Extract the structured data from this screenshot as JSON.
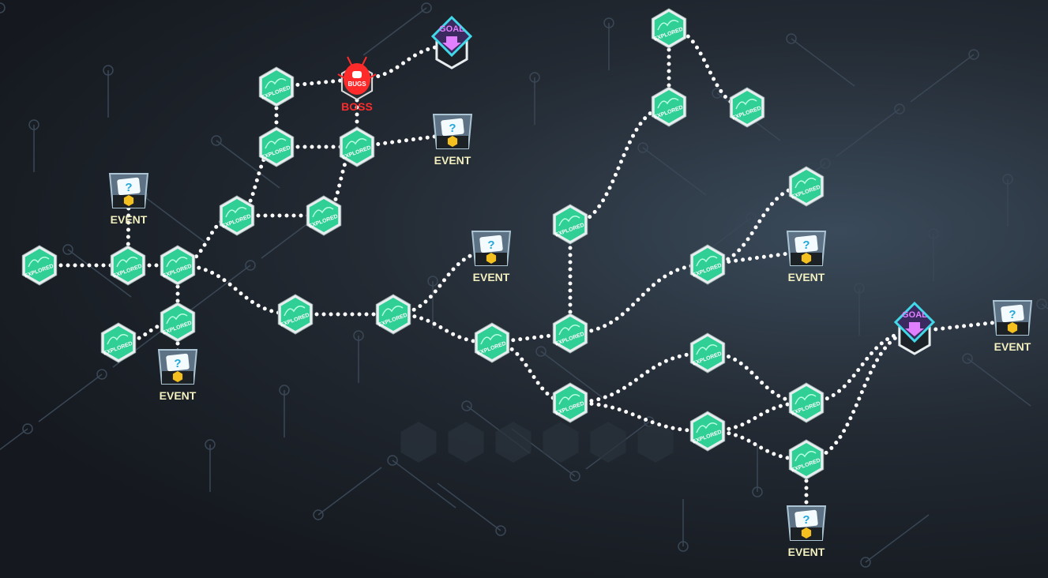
{
  "labels": {
    "explored": "EXPLORED",
    "event": "EVENT",
    "boss": "BOSS",
    "boss_icon": "BUGS",
    "goal": "GOAL",
    "event_icon": "?"
  },
  "colors": {
    "explored": "#2fcf95",
    "boss": "#ff2b2b",
    "goal": "#e080ff",
    "goal_frame": "#41d8e8",
    "event_label": "#f3f0c0",
    "event_gem": "#f4c020"
  },
  "nodes": [
    {
      "id": "n1",
      "type": "explored"
    },
    {
      "id": "n2",
      "type": "explored"
    },
    {
      "id": "n3",
      "type": "explored"
    },
    {
      "id": "n4",
      "type": "explored"
    },
    {
      "id": "n5",
      "type": "explored"
    },
    {
      "id": "n6",
      "type": "explored"
    },
    {
      "id": "n7",
      "type": "explored"
    },
    {
      "id": "n8",
      "type": "explored"
    },
    {
      "id": "n9",
      "type": "explored"
    },
    {
      "id": "n10",
      "type": "explored"
    },
    {
      "id": "n11",
      "type": "explored"
    },
    {
      "id": "n12",
      "type": "explored"
    },
    {
      "id": "n13",
      "type": "explored"
    },
    {
      "id": "n14",
      "type": "explored"
    },
    {
      "id": "n15",
      "type": "explored"
    },
    {
      "id": "n16",
      "type": "explored"
    },
    {
      "id": "n17",
      "type": "explored"
    },
    {
      "id": "n18",
      "type": "explored"
    },
    {
      "id": "n19",
      "type": "explored"
    },
    {
      "id": "n20",
      "type": "explored"
    },
    {
      "id": "n21",
      "type": "explored"
    },
    {
      "id": "n22",
      "type": "explored"
    },
    {
      "id": "n23",
      "type": "explored"
    },
    {
      "id": "n24",
      "type": "explored"
    },
    {
      "id": "n25",
      "type": "explored"
    },
    {
      "id": "e1",
      "type": "event"
    },
    {
      "id": "e2",
      "type": "event"
    },
    {
      "id": "e3",
      "type": "event"
    },
    {
      "id": "e4",
      "type": "event"
    },
    {
      "id": "e5",
      "type": "event"
    },
    {
      "id": "e6",
      "type": "event"
    },
    {
      "id": "e7",
      "type": "event"
    },
    {
      "id": "boss",
      "type": "boss"
    },
    {
      "id": "g1",
      "type": "goal"
    },
    {
      "id": "g2",
      "type": "goal"
    }
  ],
  "edges": [
    [
      "n1",
      "n2"
    ],
    [
      "n2",
      "n3"
    ],
    [
      "n2",
      "e1"
    ],
    [
      "n3",
      "n5"
    ],
    [
      "n5",
      "n4"
    ],
    [
      "n5",
      "e2"
    ],
    [
      "n3",
      "n6"
    ],
    [
      "n6",
      "n7"
    ],
    [
      "n3",
      "n11"
    ],
    [
      "n11",
      "n12"
    ],
    [
      "n12",
      "e4"
    ],
    [
      "n12",
      "n13"
    ],
    [
      "n7",
      "n10"
    ],
    [
      "n6",
      "n9"
    ],
    [
      "n9",
      "n10"
    ],
    [
      "n8",
      "n9"
    ],
    [
      "n8",
      "boss"
    ],
    [
      "boss",
      "n10"
    ],
    [
      "boss",
      "g1"
    ],
    [
      "n10",
      "e3"
    ],
    [
      "n13",
      "n15"
    ],
    [
      "n15",
      "n14"
    ],
    [
      "n14",
      "n18"
    ],
    [
      "n18",
      "n17"
    ],
    [
      "n17",
      "n19"
    ],
    [
      "n15",
      "n21"
    ],
    [
      "n21",
      "e5"
    ],
    [
      "n21",
      "n20"
    ],
    [
      "n13",
      "n16"
    ],
    [
      "n16",
      "n22"
    ],
    [
      "n16",
      "n23"
    ],
    [
      "n22",
      "n24"
    ],
    [
      "n23",
      "n24"
    ],
    [
      "n23",
      "n25"
    ],
    [
      "n24",
      "g2"
    ],
    [
      "n25",
      "g2"
    ],
    [
      "g2",
      "e6"
    ],
    [
      "n25",
      "e7"
    ]
  ]
}
